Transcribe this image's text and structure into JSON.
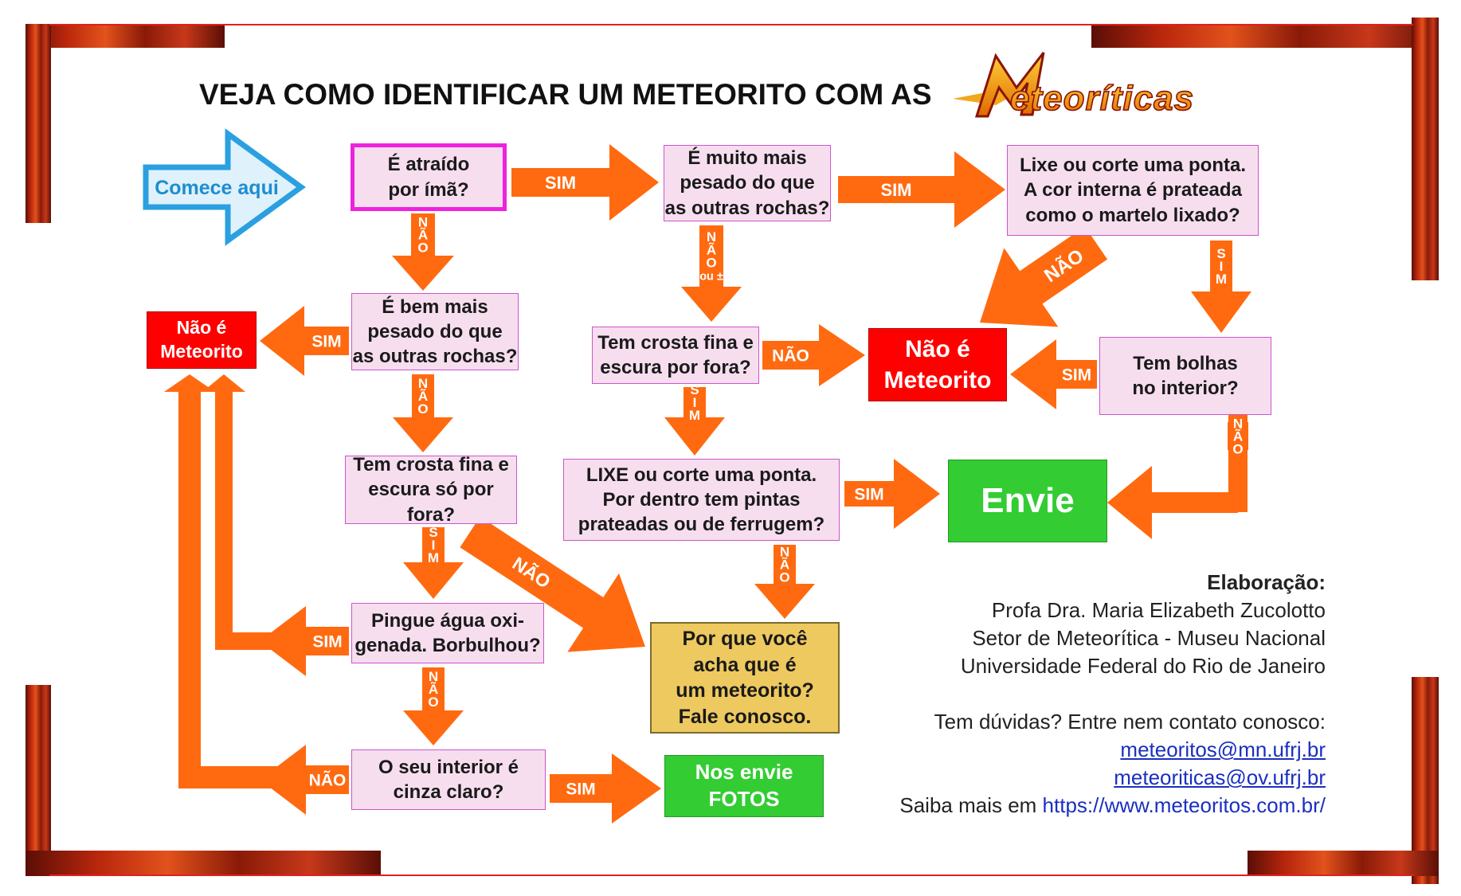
{
  "title": "VEJA COMO IDENTIFICAR UM METEORITO COM AS",
  "logo_text": "Meteoríticas",
  "colors": {
    "arrow": "#ff6a10",
    "start_arrow": "#2aa0e0",
    "question_fill": "#f6deef",
    "question_border": "#cc55cc",
    "start_border": "#ee22dd",
    "negative": "#ff0000",
    "positive": "#33cc33",
    "contact": "#eec95f",
    "frame": "#b8260c"
  },
  "start_label": "Comece aqui",
  "nodes": {
    "attracted": "É atraído\npor ímã?",
    "much_heavier": "É muito mais\npesado do que\nas outras rochas?",
    "sand_silver": "Lixe ou corte uma ponta.\nA cor interna é prateada\ncomo o martelo lixado?",
    "not_meteorite_left": "Não é\nMeteorito",
    "well_heavier": "É bem mais\npesado do que\nas outras rochas?",
    "crust_outside": "Tem crosta fina e\nescura por fora?",
    "not_meteorite_center": "Não é\nMeteorito",
    "bubbles": "Tem bolhas\nno interior?",
    "crust_only_outside": "Tem crosta fina e\nescura só por fora?",
    "sand_spots": "LIXE ou corte uma ponta.\nPor dentro tem pintas\nprateadas ou de ferrugem?",
    "send": "Envie",
    "peroxide": "Pingue água oxi-\ngenada. Borbulhou?",
    "why": "Por que você\nacha que é\num meteorito?\nFale conosco.",
    "interior_gray": "O seu interior é\ncinza claro?",
    "send_photos": "Nos envie\nFOTOS"
  },
  "edges": {
    "sim": "SIM",
    "nao": "NÃO",
    "nao_ou": "NÃO ou ±"
  },
  "credits": {
    "heading": "Elaboração:",
    "author": "Profa Dra. Maria Elizabeth Zucolotto",
    "sector": "Setor de Meteorítica - Museu Nacional",
    "university": "Universidade Federal do Rio de Janeiro",
    "questions": "Tem dúvidas? Entre nem contato conosco:",
    "email1": "meteoritos@mn.ufrj.br",
    "email2": "meteoriticas@ov.ufrj.br",
    "more_prefix": "Saiba mais em ",
    "website": "https://www.meteoritos.com.br/"
  }
}
